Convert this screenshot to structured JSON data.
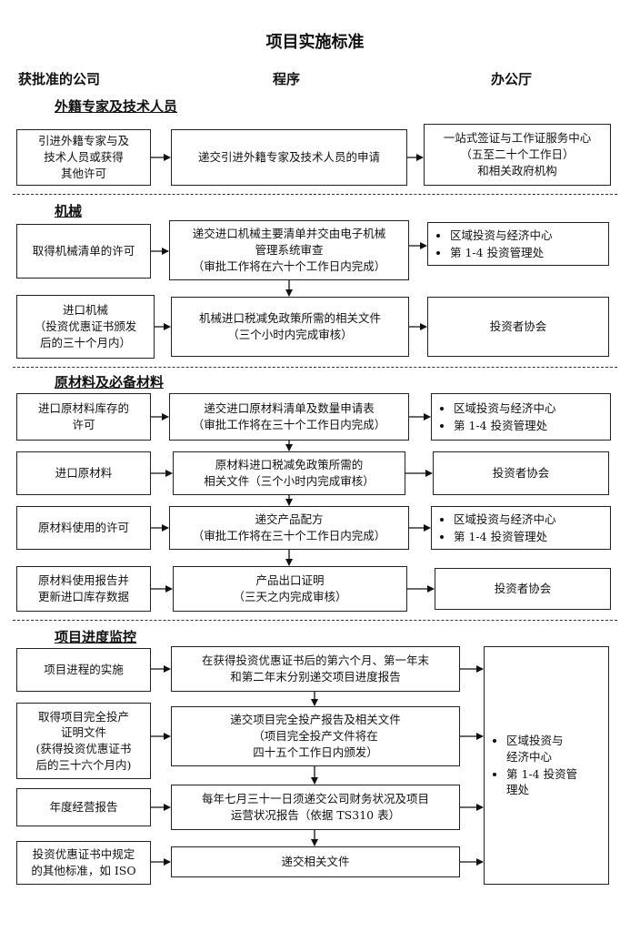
{
  "title": "项目实施标准",
  "columns": {
    "company": "获批准的公司",
    "procedure": "程序",
    "office": "办公厅"
  },
  "sections": [
    {
      "title": "外籍专家及技术人员"
    },
    {
      "title": "机械"
    },
    {
      "title": "原材料及必备材料"
    },
    {
      "title": "项目进度监控"
    }
  ],
  "rows": [
    {
      "left": "引进外籍专家与及\n技术人员或获得\n其他许可",
      "mid": "递交引进外籍专家及技术人员的申请",
      "right": "一站式签证与工作证服务中心\n（五至二十个工作日）\n和相关政府机构"
    },
    {
      "left": "取得机械清单的许可",
      "mid": "递交进口机械主要清单并交由电子机械\n管理系统审查\n（审批工作将在六十个工作日内完成）",
      "right_items": [
        "区域投资与经济中心",
        "第 1-4 投资管理处"
      ]
    },
    {
      "left": "进口机械\n（投资优惠证书颁发\n后的三十个月内）",
      "mid": "机械进口税减免政策所需的相关文件\n（三个小时内完成审核）",
      "right": "投资者协会"
    },
    {
      "left": "进口原材料库存的\n许可",
      "mid": "递交进口原材料清单及数量申请表\n（审批工作将在三十个工作日内完成）",
      "right_items": [
        "区域投资与经济中心",
        "第 1-4 投资管理处"
      ]
    },
    {
      "left": "进口原材料",
      "mid": "原材料进口税减免政策所需的\n相关文件（三个小时内完成审核）",
      "right": "投资者协会"
    },
    {
      "left": "原材料使用的许可",
      "mid": "递交产品配方\n（审批工作将在三十个工作日内完成）",
      "right_items": [
        "区域投资与经济中心",
        "第 1-4 投资管理处"
      ]
    },
    {
      "left": "原材料使用报告并\n更新进口库存数据",
      "mid": "产品出口证明\n（三天之内完成审核）",
      "right": "投资者协会"
    },
    {
      "left": "项目进程的实施",
      "mid": "在获得投资优惠证书后的第六个月、第一年末\n和第二年末分别递交项目进度报告"
    },
    {
      "left": "取得项目完全投产\n证明文件\n(获得投资优惠证书\n后的三十六个月内)",
      "mid": "递交项目完全投产报告及相关文件\n（项目完全投产文件将在\n四十五个工作日内颁发）"
    },
    {
      "left": "年度经营报告",
      "mid": "每年七月三十一日须递交公司财务状况及项目\n运营状况报告（依据 TS310 表）"
    },
    {
      "left": "投资优惠证书中规定\n的其他标准，如 ISO",
      "mid": "递交相关文件"
    }
  ],
  "monitoring_office_items": [
    "区域投资与\n经济中心",
    "第 1-4 投资管\n理处"
  ]
}
